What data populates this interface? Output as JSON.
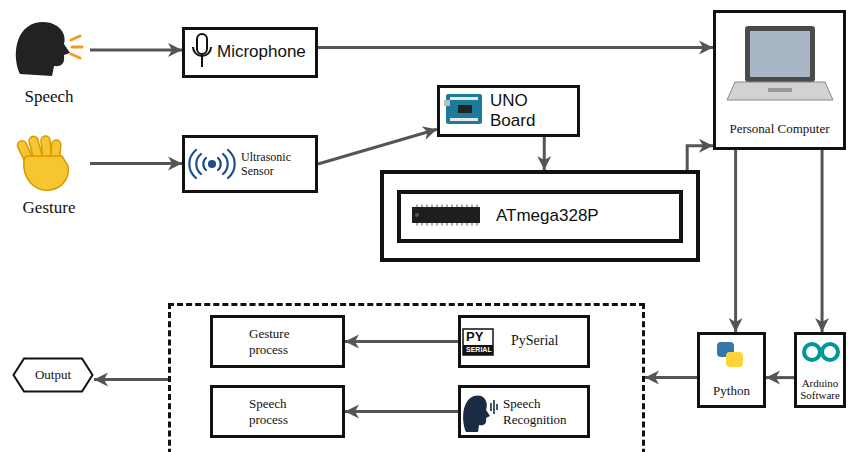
{
  "diagram": {
    "nodes": [
      {
        "text": [
          "Speech"
        ]
      },
      {
        "text": [
          "Microphone"
        ]
      },
      {
        "text": [
          "Gesture"
        ]
      },
      {
        "text": [
          "Ultrasonic Sensor"
        ]
      },
      {
        "text": [
          "UNO Board"
        ]
      },
      {
        "text": [
          "Personal Computer"
        ]
      },
      {
        "text": []
      },
      {
        "text": [
          "ATmega328P"
        ],
        "in": 6
      },
      {
        "text": [
          "Python"
        ]
      },
      {
        "text": [
          "Arduino Software"
        ]
      },
      {
        "text": []
      },
      {
        "text": [
          "Gesture process"
        ],
        "in": 10
      },
      {
        "text": [
          "PySerial"
        ],
        "in": 10
      },
      {
        "text": [
          "Speech process"
        ],
        "in": 10
      },
      {
        "text": [
          "Speech Recognition"
        ],
        "in": 10
      },
      {
        "text": [
          "Output"
        ]
      }
    ],
    "edges": [
      {
        "from": 0,
        "to": 1,
        "arrow": "to"
      },
      {
        "from": 1,
        "to": 5,
        "arrow": "to"
      },
      {
        "from": 2,
        "to": 3,
        "arrow": "to"
      },
      {
        "from": 3,
        "to": 4,
        "arrow": "to"
      },
      {
        "from": 4,
        "to": 6,
        "arrow": "to"
      },
      {
        "from": 6,
        "to": 5,
        "arrow": "to"
      },
      {
        "from": 5,
        "to": 8,
        "arrow": "to"
      },
      {
        "from": 5,
        "to": 9,
        "arrow": "to"
      },
      {
        "from": 9,
        "to": 8,
        "arrow": "to"
      },
      {
        "from": 8,
        "to": 10,
        "arrow": "to"
      },
      {
        "from": 12,
        "to": 11,
        "arrow": "to"
      },
      {
        "from": 14,
        "to": 13,
        "arrow": "to"
      },
      {
        "from": 10,
        "to": 15,
        "arrow": "to"
      }
    ],
    "labels": [
      "PY",
      "SERIAL"
    ]
  }
}
